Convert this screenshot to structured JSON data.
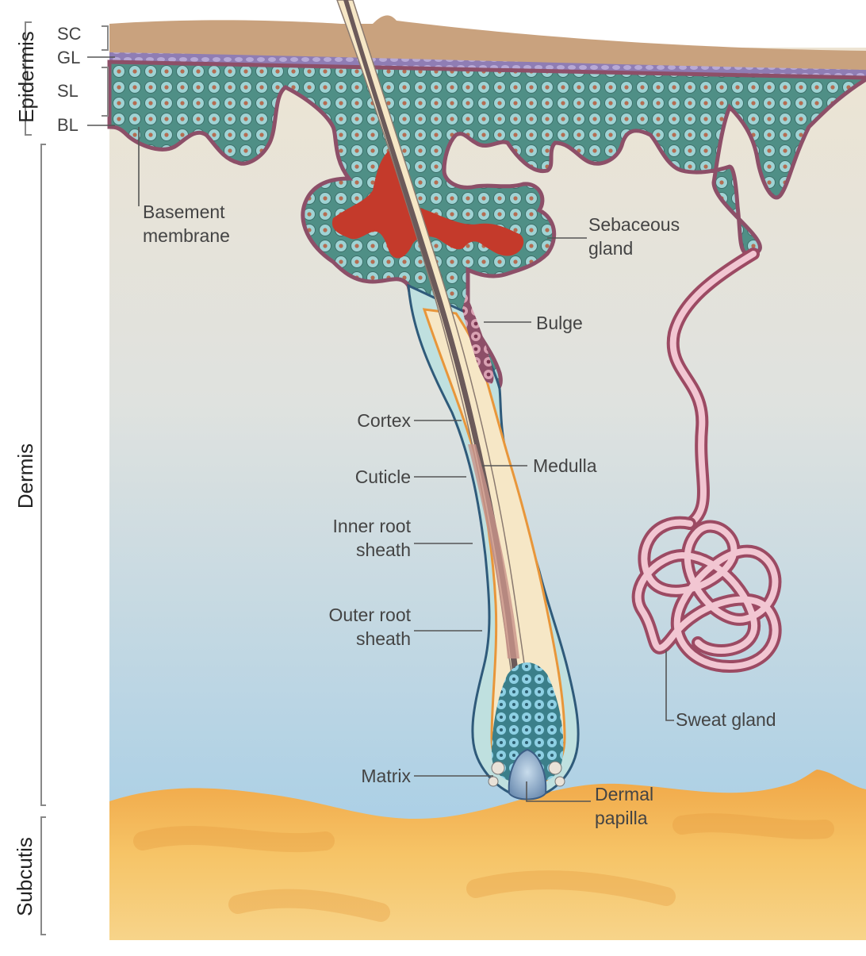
{
  "layers": {
    "epidermis": "Epidermis",
    "dermis": "Dermis",
    "subcutis": "Subcutis"
  },
  "epidermal_strata": [
    "SC",
    "GL",
    "SL",
    "BL"
  ],
  "labels": {
    "basement_membrane": "Basement\nmembrane",
    "sebaceous_gland": "Sebaceous\ngland",
    "bulge": "Bulge",
    "cortex": "Cortex",
    "medulla": "Medulla",
    "cuticle": "Cuticle",
    "inner_root_sheath": "Inner root\nsheath",
    "outer_root_sheath": "Outer root\nsheath",
    "sweat_gland": "Sweat gland",
    "matrix": "Matrix",
    "dermal_papilla": "Dermal\npapilla"
  },
  "colors": {
    "stratum_corneum": "#c9a27e",
    "epidermis_cells": "#6fa79a",
    "dermis_top": "#ede4d3",
    "dermis_bottom": "#a9cfe6",
    "subcutis_fat": "#f1b44a",
    "sebum": "#c43a2b",
    "sweat_duct": "#d88a9c",
    "hair_shaft": "#f6e7c6",
    "medulla": "#8a6a62",
    "sheath_orange": "#e8963a"
  }
}
